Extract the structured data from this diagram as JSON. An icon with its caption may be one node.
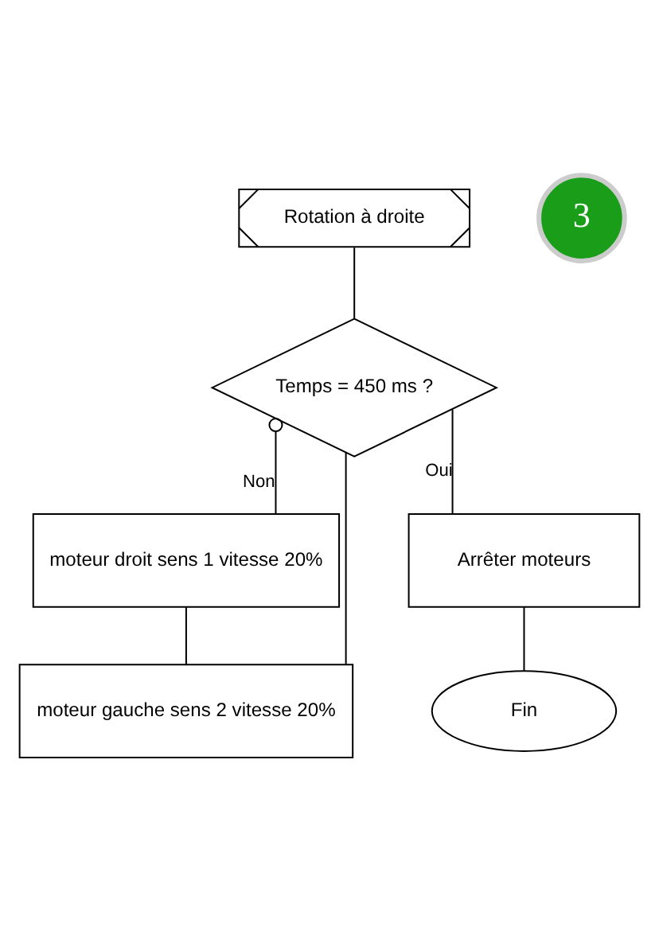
{
  "diagram": {
    "nodes": [
      {
        "text": [
          "Rotation à droite"
        ]
      },
      {
        "text": [
          "Temps = 450 ms ?"
        ]
      },
      {
        "text": [
          "moteur droit sens 1 vitesse 20%"
        ]
      },
      {
        "text": [
          "moteur gauche sens 2 vitesse 20%"
        ]
      },
      {
        "text": [
          "Arrêter moteurs"
        ]
      },
      {
        "text": [
          "Fin"
        ]
      },
      {
        "text": [
          "3"
        ]
      }
    ],
    "edges": [
      {
        "from": 0,
        "to": 1,
        "arrow": "none"
      },
      {
        "from": 1,
        "to": 4,
        "arrow": "none",
        "label": "Oui"
      },
      {
        "from": 1,
        "to": 2,
        "arrow": "other",
        "label": "Non"
      },
      {
        "from": 2,
        "to": 3,
        "arrow": "none"
      },
      {
        "from": 3,
        "to": 1,
        "arrow": "none"
      },
      {
        "from": 4,
        "to": 5,
        "arrow": "none"
      }
    ]
  }
}
